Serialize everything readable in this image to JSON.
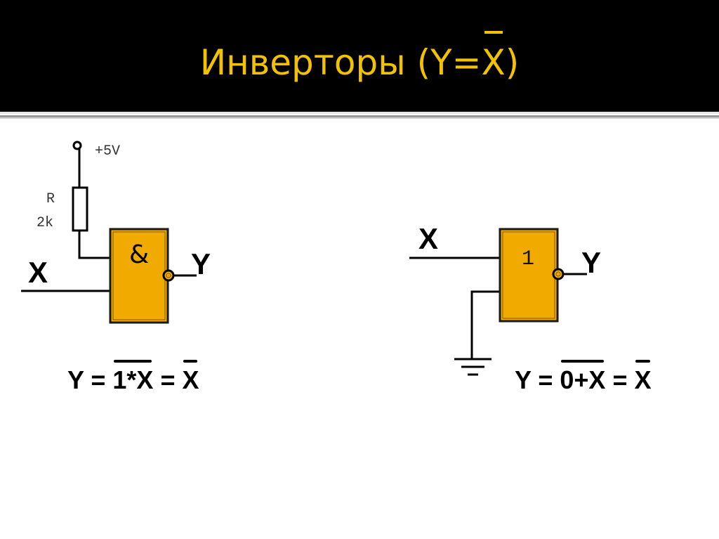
{
  "header": {
    "title_prefix": "Инверторы (Y=",
    "title_over": "X",
    "title_suffix": ")"
  },
  "colors": {
    "header_bg": "#000000",
    "title": "#f2c200",
    "gate_fill": "#f0aa00",
    "gate_border": "#1a1a1a"
  },
  "left_circuit": {
    "supply_label": "+5V",
    "resistor_name": "R",
    "resistor_value": "2k",
    "gate_symbol": "&",
    "input_label": "X",
    "output_label": "Y",
    "equation": {
      "lhs": "Y = ",
      "over": "1*X",
      "mid": " = ",
      "result_over": "X"
    }
  },
  "right_circuit": {
    "gate_symbol": "1",
    "input_label": "X",
    "output_label": "Y",
    "ground": "ground",
    "equation": {
      "lhs": "Y = ",
      "over": "0+X",
      "mid": " = ",
      "result_over": "X"
    }
  }
}
